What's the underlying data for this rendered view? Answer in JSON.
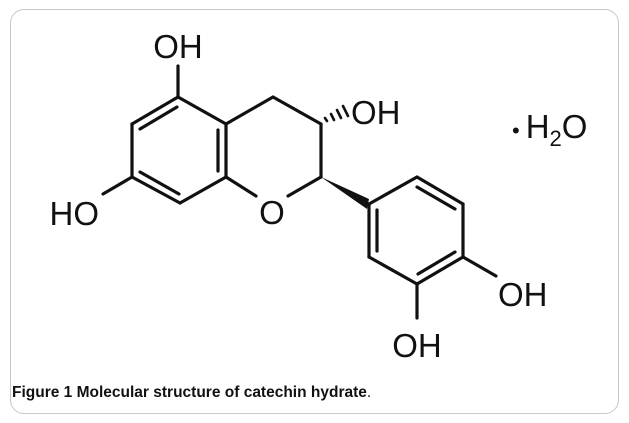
{
  "atoms": {
    "oh_top": "OH",
    "oh_c3": "OH",
    "ho_left": "HO",
    "ring_o": "O",
    "oh_c4p": "OH",
    "oh_c3p": "OH"
  },
  "hydrate": {
    "dot": "•",
    "h": "H",
    "sub": "2",
    "o": "O"
  },
  "caption": {
    "label": "Figure 1",
    "text": "Molecular structure of catechin hydrate",
    "end": "."
  }
}
